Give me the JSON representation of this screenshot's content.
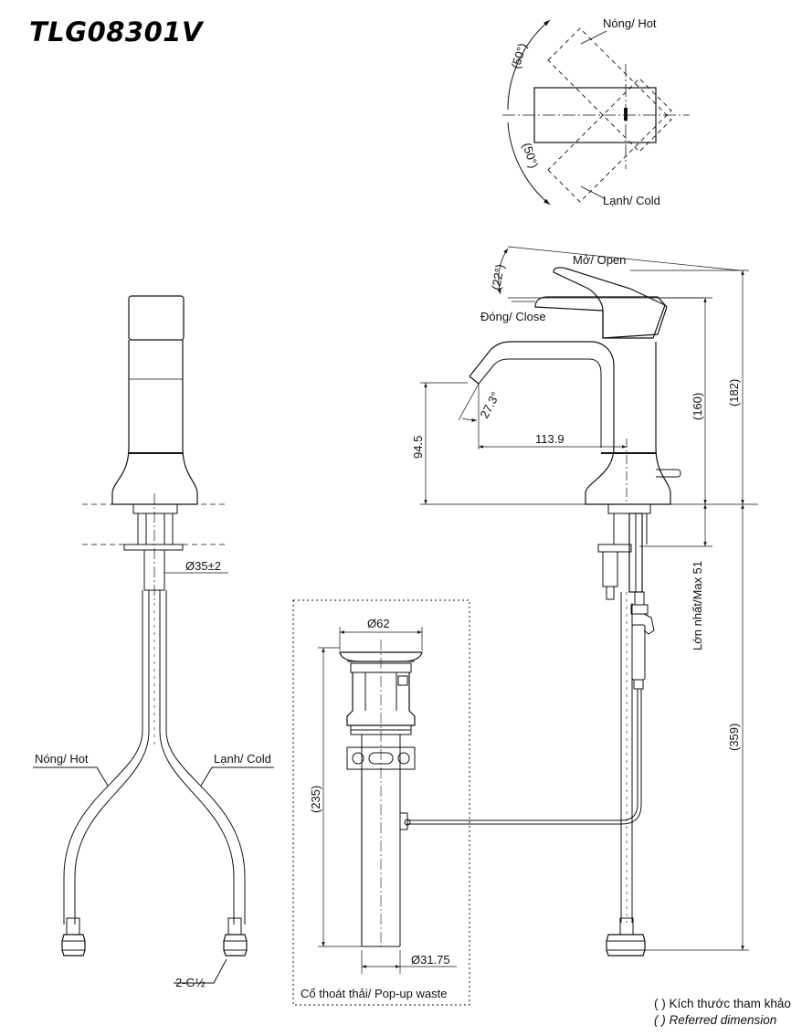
{
  "title": "TLG08301V",
  "labels": {
    "rot_hot": "Nóng/ ",
    "rot_hot_it": "Hot",
    "rot_cold": "Lạnh/ ",
    "rot_cold_it": "Cold",
    "rot_angle_top": "(50°)",
    "rot_angle_bot": "(50°)",
    "open": "Mở/ ",
    "open_it": "Open",
    "close": "Đóng/ ",
    "close_it": "Close",
    "lever_angle": "(22°)",
    "spout_angle": "27.3°",
    "dim_945": "94.5",
    "dim_1139": "113.9",
    "dim_160": "(160)",
    "dim_182": "(182)",
    "dim_max51": "Lớn nhất/Max 51",
    "dim_359": "(359)",
    "dim_35": "Ø35±2",
    "hose_hot": "Nóng/ ",
    "hose_hot_it": "Hot",
    "hose_cold": "Lạnh/ ",
    "hose_cold_it": "Cold",
    "thread": "2-G½",
    "dim_62": "Ø62",
    "dim_235": "(235)",
    "dim_3175": "Ø31.75",
    "waste_label": "Cổ thoát thải/ ",
    "waste_label_it": "Pop-up waste"
  },
  "notes": {
    "line1": "( ) Kích thước tham khảo",
    "line2": "( ) Referred dimension"
  }
}
